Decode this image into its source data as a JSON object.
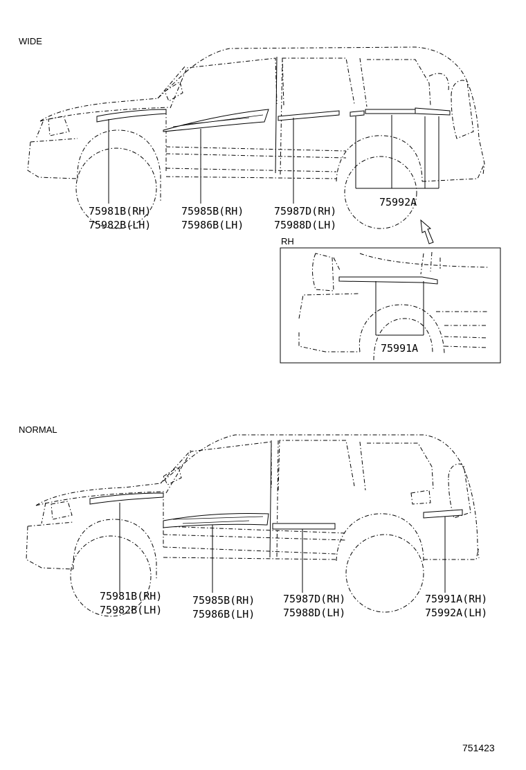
{
  "sections": {
    "wide": {
      "title": "WIDE",
      "labels": {
        "fender_rh": "75981B(RH)",
        "fender_lh": "75982B(LH)",
        "front_door_rh": "75985B(RH)",
        "front_door_lh": "75986B(LH)",
        "rear_door_rh": "75987D(RH)",
        "rear_door_lh": "75988D(LH)",
        "quarter": "75992A"
      },
      "inset": {
        "title": "RH",
        "label": "75991A"
      }
    },
    "normal": {
      "title": "NORMAL",
      "labels": {
        "fender_rh": "75981B(RH)",
        "fender_lh": "75982B(LH)",
        "front_door_rh": "75985B(RH)",
        "front_door_lh": "75986B(LH)",
        "rear_door_rh": "75987D(RH)",
        "rear_door_lh": "75988D(LH)",
        "quarter_rh": "75991A(RH)",
        "quarter_lh": "75992A(LH)"
      }
    }
  },
  "figure_code": "751423"
}
